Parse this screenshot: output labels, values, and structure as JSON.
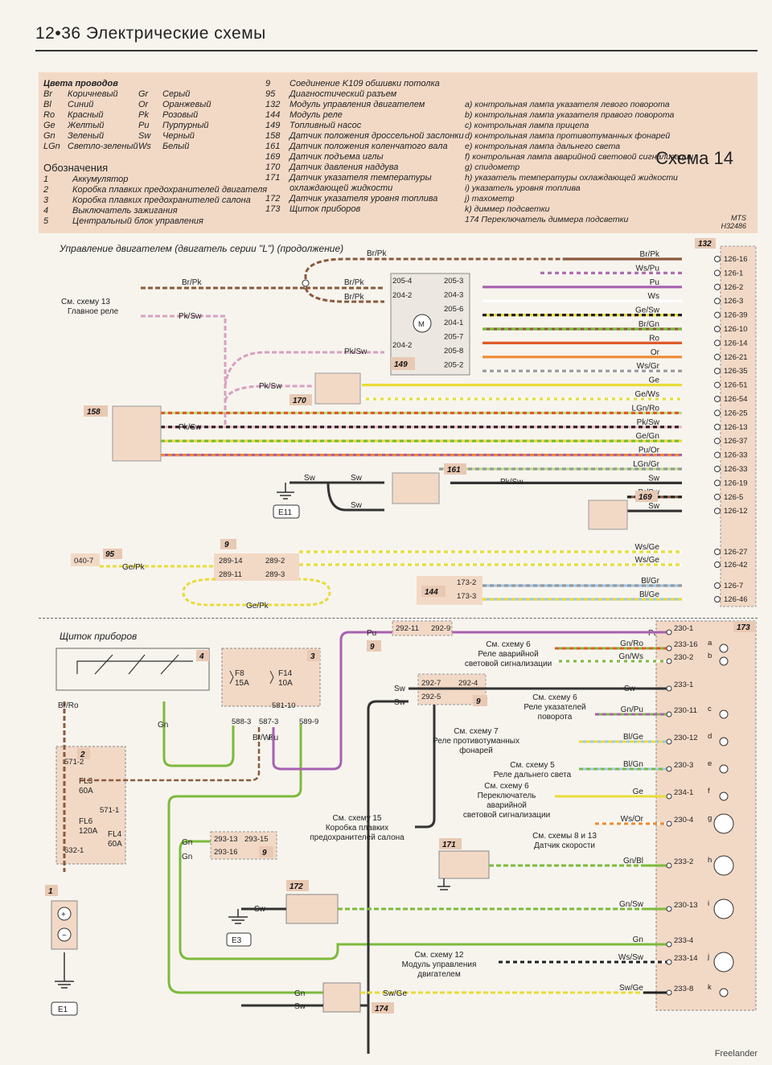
{
  "header": {
    "page": "12•36",
    "title": "Электрические схемы"
  },
  "scheme_title": "Схема 14",
  "wire_colors": {
    "title": "Цвета проводов",
    "items": [
      [
        "Br",
        "Коричневый",
        "Gr",
        "Серый"
      ],
      [
        "Bl",
        "Синий",
        "Or",
        "Оранжевый"
      ],
      [
        "Ro",
        "Красный",
        "Pk",
        "Розовый"
      ],
      [
        "Ge",
        "Желтый",
        "Pu",
        "Пурпурный"
      ],
      [
        "Gn",
        "Зеленый",
        "Sw",
        "Черный"
      ],
      [
        "LGn",
        "Светло-зеленый",
        "Ws",
        "Белый"
      ]
    ]
  },
  "designations": {
    "title": "Обозначения",
    "items": [
      [
        "1",
        "Аккумулятор"
      ],
      [
        "2",
        "Коробка плавких предохранителей двигателя"
      ],
      [
        "3",
        "Коробка плавких предохранителей салона"
      ],
      [
        "4",
        "Выключатель зажигания"
      ],
      [
        "5",
        "Центральный блок управления"
      ]
    ]
  },
  "components": [
    [
      "9",
      "Соединение K109 обшивки потолка"
    ],
    [
      "95",
      "Диагностический разъем"
    ],
    [
      "132",
      "Модуль управления двигателем"
    ],
    [
      "144",
      "Модуль реле"
    ],
    [
      "149",
      "Топливный насос"
    ],
    [
      "158",
      "Датчик положения дроссельной заслонки"
    ],
    [
      "161",
      "Датчик положения коленчатого вала"
    ],
    [
      "169",
      "Датчик подъема иглы"
    ],
    [
      "170",
      "Датчик давления наддува"
    ],
    [
      "171",
      "Датчик указателя температуры"
    ],
    [
      "",
      "охлаждающей жидкости"
    ],
    [
      "172",
      "Датчик указателя уровня топлива"
    ],
    [
      "173",
      "Щиток приборов"
    ]
  ],
  "indicators": [
    "a) контрольная лампа указателя левого поворота",
    "b) контрольная лампа указателя правого поворота",
    "c) контрольная лампа прицепа",
    "d) контрольная лампа противотуманных фонарей",
    "e) контрольная лампа дальнего света",
    "f) контрольная лампа аварийной световой сигнализации",
    "g) спидометр",
    "h) указатель температуры охлаждающей жидкости",
    "i) указатель уровня топлива",
    "j) тахометр",
    "k) диммер подсветки",
    "174 Переключатель диммера подсветки"
  ],
  "watermark": {
    "mts": "MTS",
    "code": "H32486"
  },
  "section1": {
    "title": "Управление двигателем (двигатель серии \"L\") (продолжение)"
  },
  "section2": {
    "title": "Щиток приборов"
  },
  "notes1": {
    "see13_a": "См. схему 13",
    "see13_b": "Главное реле"
  },
  "notes2": {
    "n6a": [
      "См. схему 6",
      "Реле аварийной",
      "световой сигнализации"
    ],
    "n6b": [
      "См. схему 6",
      "Реле указателей",
      "поворота"
    ],
    "n7": [
      "См. схему 7",
      "Реле противотуманных",
      "фонарей"
    ],
    "n5": [
      "См. схему 5",
      "Реле дальнего света"
    ],
    "n6c": [
      "См. схему 6",
      "Переключатель",
      "аварийной",
      "световой сигнализации"
    ],
    "n8": [
      "См. схемы 8 и 13",
      "Датчик скорости"
    ],
    "n15": [
      "См. схему 15",
      "Коробка плавких",
      "предохранителей салона"
    ],
    "n12": [
      "См. схему 12",
      "Модуль управления",
      "двигателем"
    ]
  },
  "ecu_pins": [
    [
      "Br/Pk",
      "126-16",
      "#8a5a3c",
      "#f0b8c8"
    ],
    [
      "Ws/Pu",
      "126-1",
      "#ffffff",
      "#b06cb0"
    ],
    [
      "Pu",
      "126-2",
      "#a860b0",
      ""
    ],
    [
      "Ws",
      "126-3",
      "#ffffff",
      ""
    ],
    [
      "Ge/Sw",
      "126-39",
      "#e8dc3a",
      "#222222"
    ],
    [
      "Br/Gn",
      "126-10",
      "#8a5a3c",
      "#7cba3c"
    ],
    [
      "Ro",
      "126-14",
      "#e05a2a",
      ""
    ],
    [
      "Or",
      "126-21",
      "#f08a30",
      ""
    ],
    [
      "Ws/Gr",
      "126-35",
      "#ffffff",
      "#999999"
    ],
    [
      "Ge",
      "126-51",
      "#e8dc3a",
      ""
    ],
    [
      "Ge/Ws",
      "126-54",
      "#e8dc3a",
      "#ffffff"
    ],
    [
      "LGn/Ro",
      "126-25",
      "#b8e08a",
      "#e05a2a"
    ],
    [
      "Pk/Sw",
      "126-13",
      "#f0b8c8",
      "#222222"
    ],
    [
      "Ge/Gn",
      "126-37",
      "#e8dc3a",
      "#7cba3c"
    ],
    [
      "Pu/Or",
      "126-33",
      "#a860b0",
      "#f08a30"
    ],
    [
      "LGn/Gr",
      "126-33",
      "#b8e08a",
      "#999999"
    ],
    [
      "Sw",
      "126-19",
      "#333333",
      ""
    ],
    [
      "Br/Sw",
      "126-5",
      "#8a5a3c",
      "#222222"
    ],
    [
      "Sw",
      "126-12",
      "#333333",
      ""
    ],
    [
      "Ws/Ge",
      "126-27",
      "#ffffff",
      "#e8dc3a"
    ],
    [
      "Ws/Ge",
      "126-42",
      "#ffffff",
      "#e8dc3a"
    ],
    [
      "Bl/Gr",
      "126-7",
      "#9cc8ee",
      "#999999"
    ],
    [
      "Bl/Ge",
      "126-46",
      "#9cc8ee",
      "#e8dc3a"
    ]
  ],
  "pump_pins": [
    "205-3",
    "204-3",
    "205-6",
    "204-1",
    "205-7",
    "205-8",
    "205-2"
  ],
  "pump_left": [
    "205-4",
    "204-2",
    "204-2"
  ],
  "cluster_pins": [
    [
      "Pu",
      "230-1",
      "",
      ""
    ],
    [
      "Gn/Ro",
      "233-16",
      "a",
      ""
    ],
    [
      "Gn/Ws",
      "230-2",
      "b",
      ""
    ],
    [
      "Sw",
      "233-1",
      "",
      ""
    ],
    [
      "Gn/Pu",
      "230-11",
      "c",
      ""
    ],
    [
      "Bl/Ge",
      "230-12",
      "d",
      ""
    ],
    [
      "Bl/Gn",
      "230-3",
      "e",
      ""
    ],
    [
      "Ge",
      "234-1",
      "f",
      ""
    ],
    [
      "Ws/Or",
      "230-4",
      "g",
      ""
    ],
    [
      "Gn/Bl",
      "233-2",
      "h",
      ""
    ],
    [
      "Gn/Sw",
      "230-13",
      "i",
      ""
    ],
    [
      "Gn",
      "233-4",
      "",
      ""
    ],
    [
      "Ws/Sw",
      "233-14",
      "j",
      ""
    ],
    [
      "Sw/Ge",
      "233-8",
      "k",
      ""
    ]
  ],
  "labels": {
    "n132": "132",
    "n149": "149",
    "n170": "170",
    "n158": "158",
    "n161": "161",
    "n169": "169",
    "n95": "95",
    "n9": "9",
    "n144": "144",
    "n173": "173",
    "n4": "4",
    "n3": "3",
    "n2": "2",
    "n1": "1",
    "n171": "171",
    "n172": "172",
    "n174": "174",
    "e11": "E11",
    "e3": "E3",
    "e1": "E1",
    "f8": "F8",
    "f8a": "15A",
    "f14": "F14",
    "f14a": "10A",
    "fl3": "FL3",
    "fl3a": "60A",
    "fl6": "FL6",
    "fl6a": "120A",
    "fl4": "FL4",
    "fl4a": "60A",
    "c0407": "040-7",
    "c28914": "289-14",
    "c28911": "289-11",
    "c2892": "289-2",
    "c2893": "289-3",
    "c1732": "173-2",
    "c1733": "173-3",
    "c29211": "292-11",
    "c2929": "292-9",
    "c2927": "292-7",
    "c2924": "292-4",
    "c2925": "292-5",
    "c29313": "293-13",
    "c29315": "293-15",
    "c29316": "293-16",
    "c5712": "571-2",
    "c5711": "571-1",
    "c6321": "632-1",
    "c5883": "588-3",
    "c5873": "587-3",
    "c58110": "581-10",
    "c5899": "589-9"
  },
  "footer": "Freelander"
}
